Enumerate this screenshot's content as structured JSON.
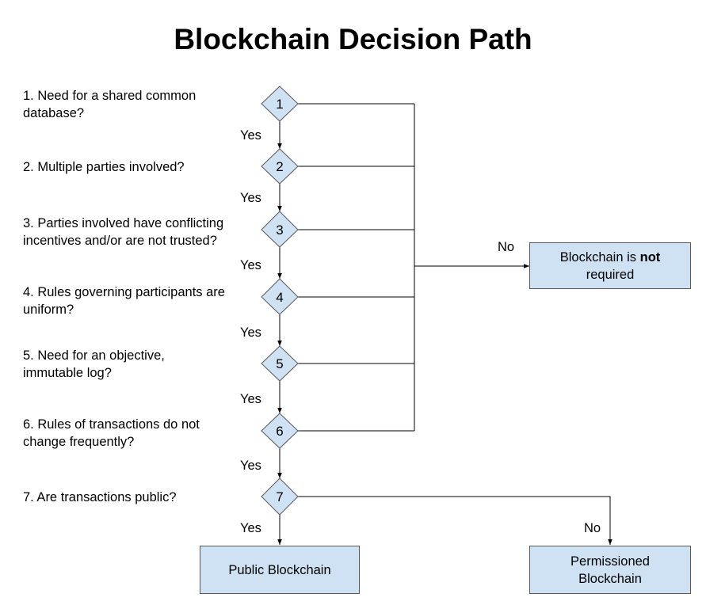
{
  "title": "Blockchain Decision Path",
  "questions": [
    {
      "number": "1",
      "text_line1": "1. Need for a shared common",
      "text_line2": "database?"
    },
    {
      "number": "2",
      "text_line1": "2. Multiple parties involved?",
      "text_line2": ""
    },
    {
      "number": "3",
      "text_line1": "3. Parties involved have conflicting",
      "text_line2": "incentives and/or are not trusted?"
    },
    {
      "number": "4",
      "text_line1": "4. Rules governing participants are",
      "text_line2": "uniform?"
    },
    {
      "number": "5",
      "text_line1": "5. Need for an objective,",
      "text_line2": "immutable log?"
    },
    {
      "number": "6",
      "text_line1": "6. Rules of transactions do not",
      "text_line2": "change frequently?"
    },
    {
      "number": "7",
      "text_line1": "7. Are transactions public?",
      "text_line2": ""
    }
  ],
  "yes_label": "Yes",
  "no_label": "No",
  "outcomes": {
    "not_required": {
      "prefix": "Blockchain is ",
      "bold": "not",
      "suffix": "required"
    },
    "public": "Public Blockchain",
    "permissioned_line1": "Permissioned",
    "permissioned_line2": "Blockchain"
  },
  "colors": {
    "shape_fill": "#cfe2f3",
    "shape_stroke": "#595959",
    "line": "#000000"
  }
}
